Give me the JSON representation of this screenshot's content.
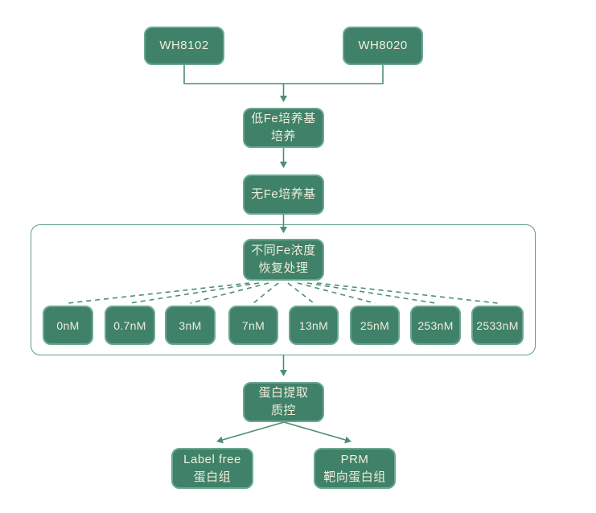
{
  "diagram": {
    "strains": [
      {
        "label": "WH8102"
      },
      {
        "label": "WH8020"
      }
    ],
    "steps": {
      "low_fe": {
        "line1": "低Fe培养基",
        "line2": "培养"
      },
      "no_fe": {
        "label": "无Fe培养基"
      },
      "recovery": {
        "line1": "不同Fe浓度",
        "line2": "恢复处理"
      },
      "protein_qc": {
        "line1": "蛋白提取",
        "line2": "质控"
      },
      "label_free": {
        "line1": "Label free",
        "line2": "蛋白组"
      },
      "prm": {
        "line1": "PRM",
        "line2": "靶向蛋白组"
      }
    },
    "concentrations": [
      {
        "label": "0nM"
      },
      {
        "label": "0.7nM"
      },
      {
        "label": "3nM"
      },
      {
        "label": "7nM"
      },
      {
        "label": "13nM"
      },
      {
        "label": "25nM"
      },
      {
        "label": "253nM"
      },
      {
        "label": "2533nM"
      }
    ],
    "colors": {
      "box_fill": "#3f8169",
      "box_border": "#6ba88f",
      "text": "#f2edda",
      "line": "#4c8f72",
      "container_border": "#5e9c81",
      "background": "#ffffff"
    }
  }
}
